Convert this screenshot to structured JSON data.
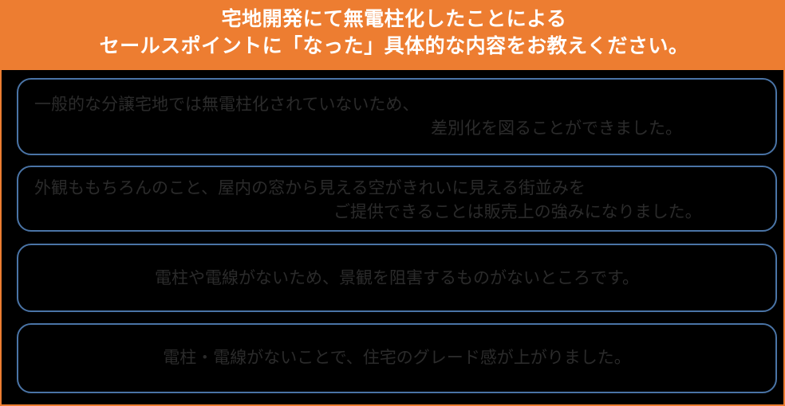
{
  "header": {
    "title_line1": "宅地開発にて無電柱化したことによる",
    "title_line2": "セールスポイントに「なった」具体的な内容をお教えください。"
  },
  "colors": {
    "header_bg": "#ed7d31",
    "header_text": "#ffffff",
    "background": "#000000",
    "card_border": "#4a74a6",
    "card_text": "#2b2b2b"
  },
  "answers": [
    {
      "line1": "一般的な分譲宅地では無電柱化されていないため、",
      "line2": "差別化を図ることができました。"
    },
    {
      "line1": "外観ももちろんのこと、屋内の窓から見える空がきれいに見える街並みを",
      "line2": "ご提供できることは販売上の強みになりました。"
    },
    {
      "line1": "電柱や電線がないため、景観を阻害するものがないところです。"
    },
    {
      "line1": "電柱・電線がないことで、住宅のグレード感が上がりました。"
    }
  ]
}
